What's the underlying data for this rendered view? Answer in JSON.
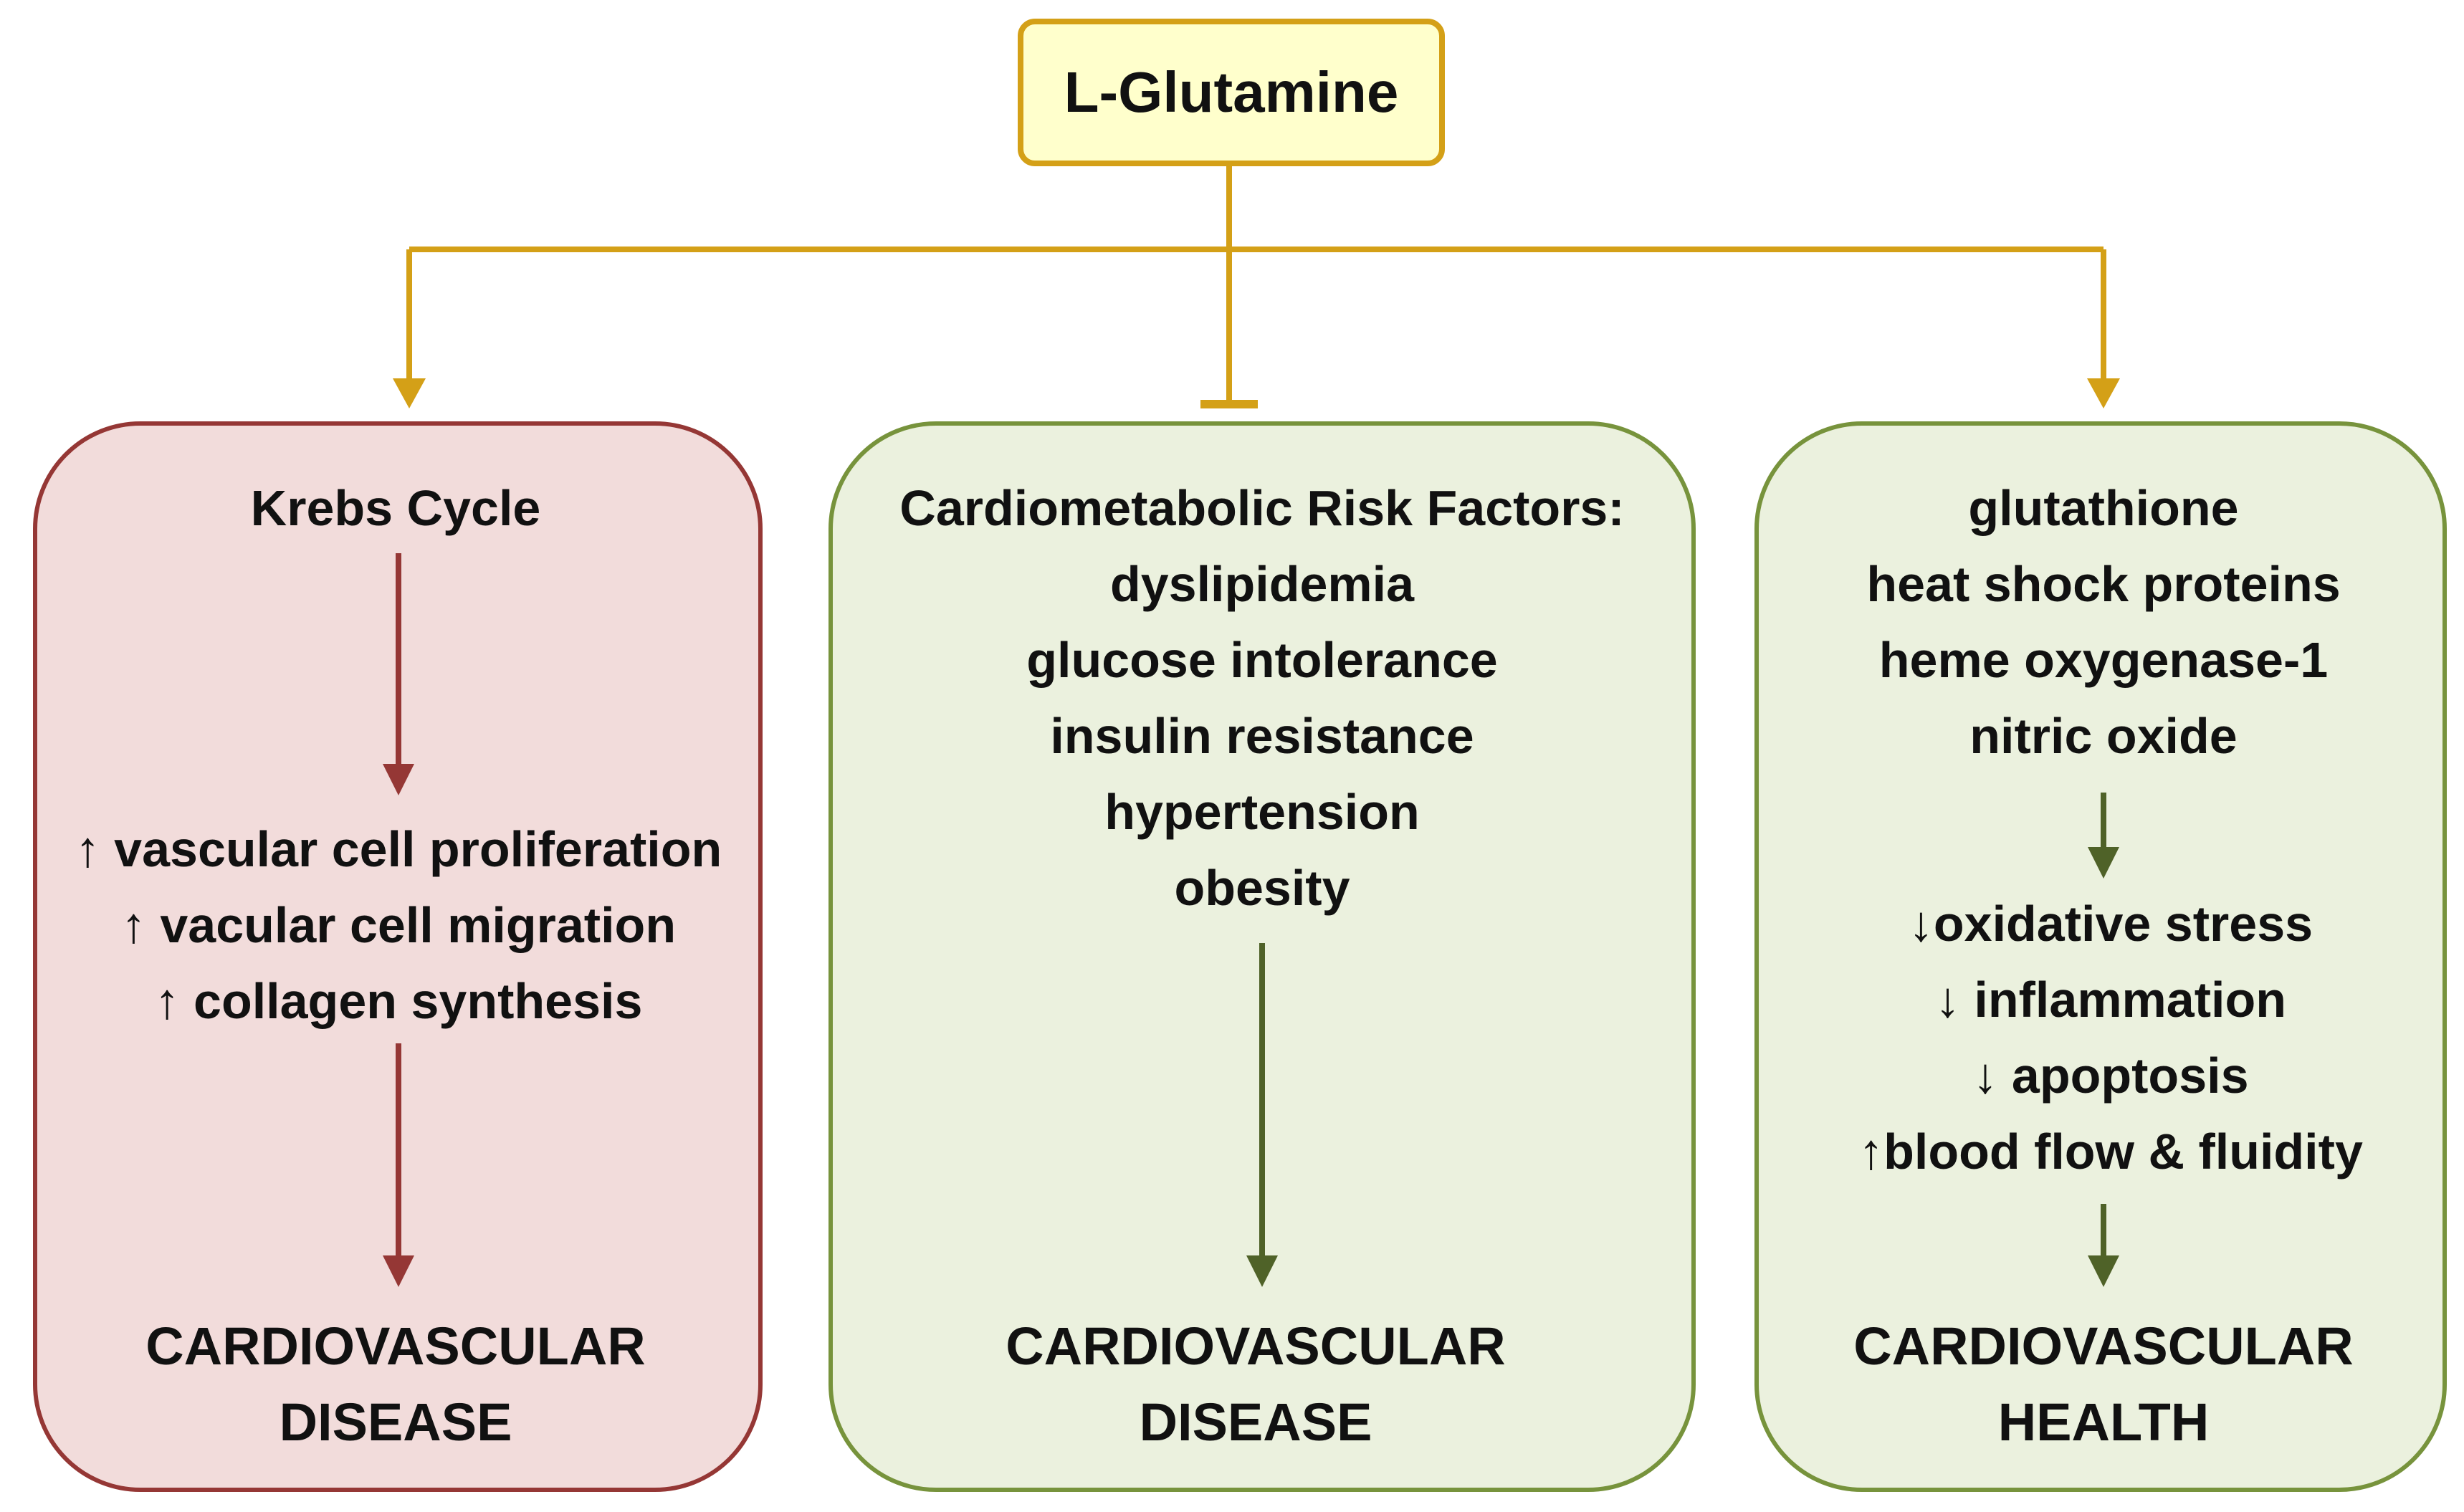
{
  "root": {
    "label": "L-Glutamine"
  },
  "colors": {
    "connector": "#d4a017",
    "left_box_fill": "#f2dcdb",
    "left_box_border": "#953735",
    "left_arrow": "#953735",
    "green_box_fill": "#ebf1de",
    "green_box_border": "#77933c",
    "green_arrow": "#4f6228",
    "root_fill": "#ffffcc"
  },
  "left": {
    "title": "Krebs Cycle",
    "effects": [
      "↑ vascular cell proliferation",
      "↑ vacular cell migration",
      "↑ collagen synthesis"
    ],
    "outcome": [
      "CARDIOVASCULAR",
      "DISEASE"
    ]
  },
  "middle": {
    "title": "Cardiometabolic Risk Factors:",
    "factors": [
      "dyslipidemia",
      "glucose intolerance",
      "insulin resistance",
      "hypertension",
      "obesity"
    ],
    "outcome": [
      "CARDIOVASCULAR",
      "DISEASE"
    ]
  },
  "right": {
    "mediators": [
      "glutathione",
      "heat shock proteins",
      "heme oxygenase-1",
      "nitric oxide"
    ],
    "effects": [
      "↓oxidative stress",
      "↓ inflammation",
      "↓ apoptosis",
      "↑blood flow & fluidity"
    ],
    "outcome": [
      "CARDIOVASCULAR",
      "HEALTH"
    ]
  }
}
